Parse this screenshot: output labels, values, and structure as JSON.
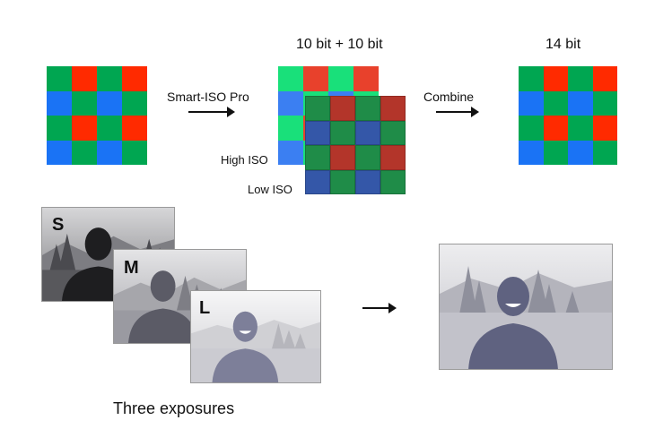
{
  "labels": {
    "top_middle": "10 bit + 10 bit",
    "top_right": "14 bit",
    "arrow1": "Smart-ISO Pro",
    "arrow2": "Combine",
    "high_iso": "High ISO",
    "low_iso": "Low ISO",
    "three_exposures": "Three exposures"
  },
  "exposure_tags": {
    "short": "S",
    "medium": "M",
    "long": "L"
  },
  "colors": {
    "bright": {
      "R": "#ff2a00",
      "G": "#00a651",
      "B": "#1a73f5"
    },
    "highiso": {
      "R": "#e8412c",
      "G": "#19e07a",
      "B": "#3b7ff2"
    },
    "lowiso": {
      "R": "#b3352a",
      "G": "#1f8c48",
      "B": "#3457a8"
    }
  },
  "bayer_pattern": [
    [
      "G",
      "R",
      "G",
      "R"
    ],
    [
      "B",
      "G",
      "B",
      "G"
    ],
    [
      "G",
      "R",
      "G",
      "R"
    ],
    [
      "B",
      "G",
      "B",
      "G"
    ]
  ],
  "lowiso_pattern": [
    [
      "G",
      "R",
      "G",
      "R"
    ],
    [
      "B",
      "G",
      "B",
      "G"
    ],
    [
      "G",
      "R",
      "G",
      "R"
    ],
    [
      "B",
      "G",
      "B",
      "G"
    ]
  ]
}
